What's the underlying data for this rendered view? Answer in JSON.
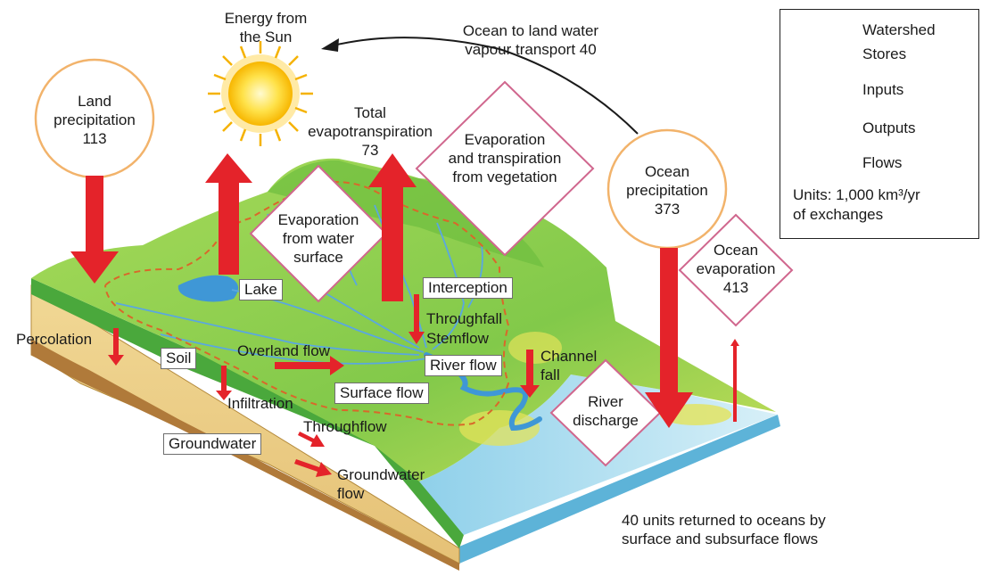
{
  "legend": {
    "watershed": "Watershed",
    "stores": "Stores",
    "inputs": "Inputs",
    "outputs": "Outputs",
    "flows": "Flows",
    "units_line1": "Units: 1,000 km³/yr",
    "units_line2": "of exchanges"
  },
  "colors": {
    "flow_arrow": "#e4232a",
    "input_circle": "#f2b36b",
    "output_diamond": "#d0678e",
    "watershed": "#d9682a",
    "land": "#8ccf4e",
    "soil": "#e9c77f",
    "ocean": "#bde3f2",
    "lake": "#3f97d6",
    "sun": "#ffd21a"
  },
  "sun": {
    "line1": "Energy from",
    "line2": "the Sun"
  },
  "vapour_transport": {
    "line1": "Ocean to land water",
    "line2": "vapour transport 40"
  },
  "land_precip": {
    "line1": "Land",
    "line2": "precipitation",
    "value": "113"
  },
  "total_evapo": {
    "line1": "Total",
    "line2": "evapotranspiration",
    "value": "73"
  },
  "evap_vegetation": {
    "line1": "Evaporation",
    "line2": "and transpiration",
    "line3": "from vegetation"
  },
  "evap_water": {
    "line1": "Evaporation",
    "line2": "from water",
    "line3": "surface"
  },
  "ocean_precip": {
    "line1": "Ocean",
    "line2": "precipitation",
    "value": "373"
  },
  "ocean_evap": {
    "line1": "Ocean",
    "line2": "evaporation",
    "value": "413"
  },
  "river_discharge": {
    "line1": "River",
    "line2": "discharge"
  },
  "stores": {
    "lake": "Lake",
    "interception": "Interception",
    "soil": "Soil",
    "river_flow": "River flow",
    "surface_flow": "Surface flow",
    "groundwater": "Groundwater"
  },
  "flows": {
    "throughfall": "Throughfall",
    "stemflow": "Stemflow",
    "percolation": "Percolation",
    "overland_flow": "Overland flow",
    "channel_line1": "Channel",
    "channel_line2": "fall",
    "infiltration": "Infiltration",
    "throughflow": "Throughflow",
    "groundwater_flow_line1": "Groundwater",
    "groundwater_flow_line2": "flow"
  },
  "footer": {
    "line1": "40 units returned to oceans by",
    "line2": "surface and subsurface flows"
  }
}
